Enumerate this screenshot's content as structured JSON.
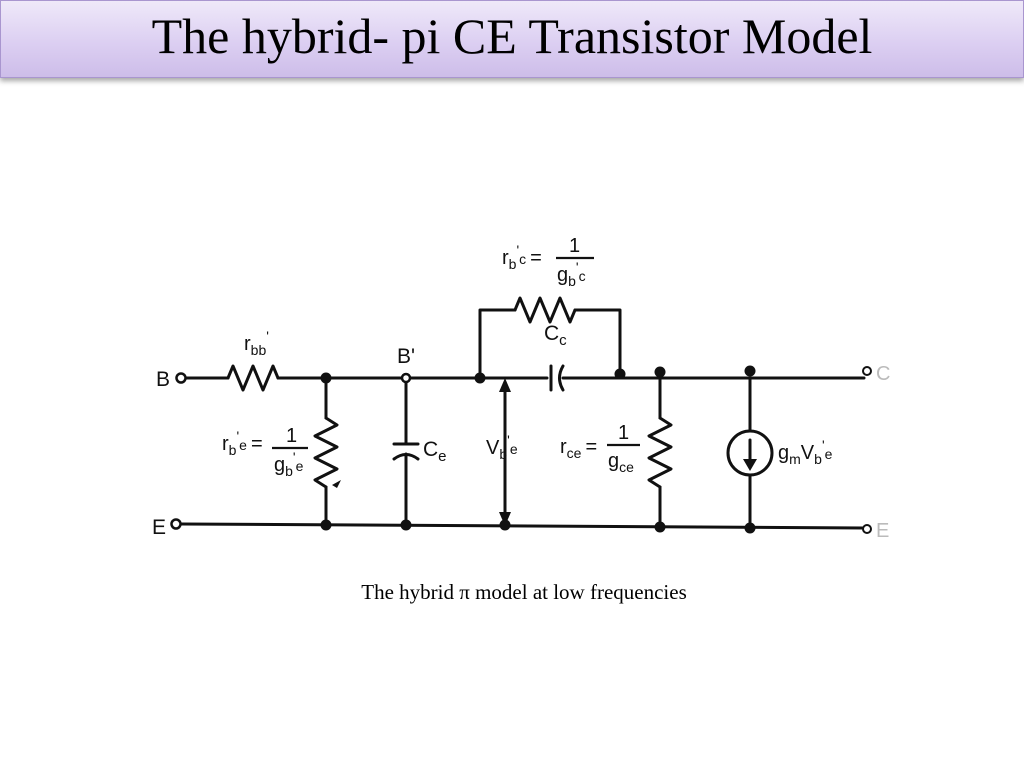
{
  "slide": {
    "title": "The hybrid- pi CE Transistor Model",
    "caption": "The hybrid π model at low frequencies"
  },
  "circuit": {
    "terminals": {
      "base": "B",
      "emitter": "E",
      "internal_base": "B'",
      "collector": "C",
      "emitter_out": "E"
    },
    "components": {
      "rbb": {
        "base": "r",
        "sub": "bb",
        "sup": "'"
      },
      "rbe": {
        "base": "r",
        "sub1": "b",
        "sup": "'",
        "sub2": "e",
        "num": "1",
        "den_base": "g",
        "den_sub1": "b",
        "den_sup": "'",
        "den_sub2": "e"
      },
      "ce_cap": {
        "base": "C",
        "sub": "e"
      },
      "vbe": {
        "base": "V",
        "sub1": "b",
        "sup": "'",
        "sub2": "e"
      },
      "rbc": {
        "base": "r",
        "sub1": "b",
        "sup": "'",
        "sub2": "c",
        "num": "1",
        "den_base": "g",
        "den_sub1": "b",
        "den_sup": "'",
        "den_sub2": "c"
      },
      "cc_cap": {
        "base": "C",
        "sub": "c"
      },
      "rce": {
        "base": "r",
        "sub": "ce",
        "num": "1",
        "den_base": "g",
        "den_sub": "ce"
      },
      "gm": {
        "base1": "g",
        "sub1": "m",
        "base2": "V",
        "sub2": "b",
        "sup": "'",
        "sub3": "e"
      }
    },
    "symbols": {
      "equals": "="
    }
  }
}
